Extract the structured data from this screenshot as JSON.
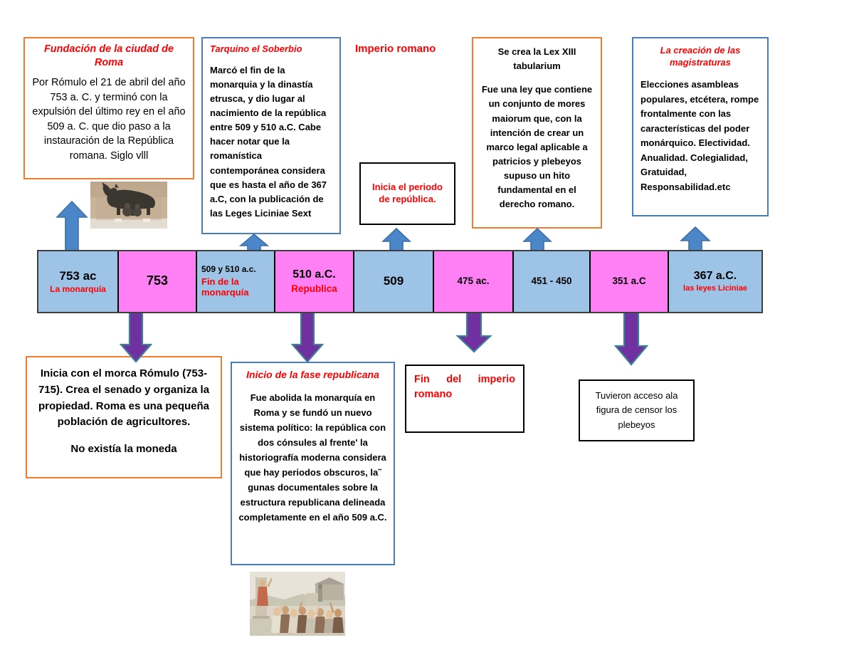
{
  "page": {
    "title": "Línea del tiempo — Roma",
    "colors": {
      "orange_border": "#ED7D31",
      "blue_border": "#4A7EBB",
      "black_border": "#000000",
      "red_text": "#FF0000",
      "cell_blue": "#9DC3E6",
      "cell_pink": "#FF80F5",
      "arrow_blue": "#4A86C8",
      "arrow_purple": "#7030A0"
    }
  },
  "free_labels": {
    "imperio_romano": "Imperio romano"
  },
  "top_boxes": [
    {
      "id": "fundacion-roma",
      "border": "orange",
      "title": "Fundación de la ciudad de Roma",
      "title_italic": true,
      "body": "Por Rómulo el 21 de abril del año 753 a. C. y terminó con la expulsión del último rey en el año 509 a. C. que dio paso a la instauración de la República romana. Siglo vlll"
    },
    {
      "id": "tarquino-el-soberbio",
      "border": "blue",
      "title": "Tarquino el Soberbio",
      "title_italic": true,
      "body": "Marcó el fin de la monarquia y la dinastía etrusca, y dio lugar al nacimiento de la república entre 509 y 510 a.C. Cabe hacer notar que la romanística contemporánea considera que es hasta el año de 367 a.C, con la publicación de las Leges Liciniae Sext"
    },
    {
      "id": "inicia-periodo-republica",
      "border": "black",
      "title": "Inicia el periodo de república.",
      "title_italic": false,
      "body": ""
    },
    {
      "id": "lex-xiii-tabularium",
      "border": "orange",
      "title": "",
      "title_italic": false,
      "body_p1": "Se crea la Lex XIII tabularium",
      "body_p2": "Fue una ley que contiene un conjunto de mores maiorum que, con la intención de crear un marco legal aplicable a patricios y plebeyos supuso un hito fundamental en el derecho romano."
    },
    {
      "id": "creacion-magistraturas",
      "border": "blue",
      "title": "La creación de las magistraturas",
      "title_italic": true,
      "body": "Elecciones asambleas populares, etcétera, rompe frontalmente con las características del poder monárquico. Electividad. Anualidad. Colegialidad, Gratuidad, Responsabilidad.etc"
    }
  ],
  "bottom_boxes": [
    {
      "id": "inicia-morca-romulo",
      "border": "orange",
      "title": "",
      "body_p1": "Inicia con el morca Rómulo (753-715). Crea el senado y organiza la propiedad. Roma es una pequeña población de agricultores.",
      "body_p2": "No existía la moneda"
    },
    {
      "id": "inicio-fase-republicana",
      "border": "blue",
      "title": "Inicio de la fase republicana",
      "title_italic": true,
      "body": "Fue abolida la monarquía en Roma y se fundó un nuevo sistema político: la república con dos cónsules al frente' la historiografía moderna considera que hay periodos obscuros, la˜ gunas documentales sobre la estructura republicana delineada completamente en el año 509 a.C."
    },
    {
      "id": "fin-del-imperio-romano",
      "border": "black",
      "title": "Fin del imperio romano",
      "title_italic": false,
      "body": ""
    },
    {
      "id": "acceso-censor-plebeyos",
      "border": "black",
      "title": "",
      "body": "Tuvieron acceso ala figura de censor los plebeyos"
    }
  ],
  "timeline": {
    "cells": [
      {
        "year": "753 ac",
        "sub": "La monarquía",
        "color": "#9DC3E6"
      },
      {
        "year": "753",
        "sub": "",
        "color": "#FF80F5"
      },
      {
        "year": "509 y 510 a.c.",
        "sub": "Fin de la monarquía",
        "color": "#9DC3E6"
      },
      {
        "year": "510 a.C.",
        "sub": "Republica",
        "color": "#FF80F5"
      },
      {
        "year": "509",
        "sub": "",
        "color": "#9DC3E6"
      },
      {
        "year": "475 ac.",
        "sub": "",
        "color": "#FF80F5"
      },
      {
        "year": "451 - 450",
        "sub": "",
        "color": "#9DC3E6"
      },
      {
        "year": "351 a.C",
        "sub": "",
        "color": "#FF80F5"
      },
      {
        "year": "367 a.C.",
        "sub": "las leyes Liciniae",
        "color": "#9DC3E6"
      }
    ]
  },
  "images": {
    "capitoline_wolf": "capitoline-wolf-statue-photo",
    "roman_assembly": "roman-assembly-painting"
  },
  "arrows": {
    "up": "arrow-up",
    "down": "arrow-down"
  }
}
